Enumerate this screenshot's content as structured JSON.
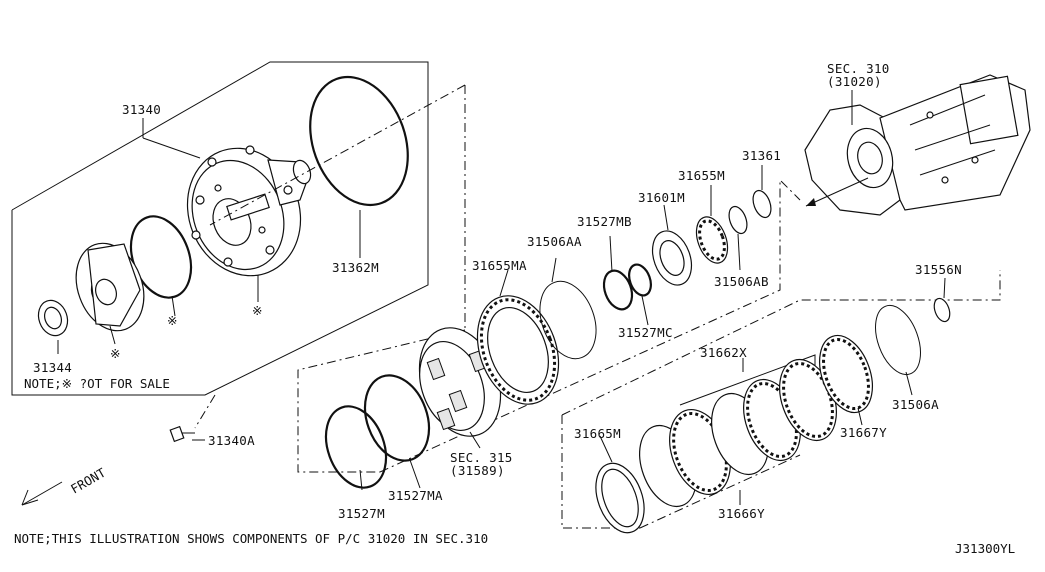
{
  "labels": {
    "p31340": "31340",
    "p31344": "31344",
    "p31362M": "31362M",
    "p31340A": "31340A",
    "p31527M": "31527M",
    "p31527MA": "31527MA",
    "sec315": "SEC. 315",
    "sec315sub": "(31589)",
    "p31655MA": "31655MA",
    "p31506AA": "31506AA",
    "p31527MB": "31527MB",
    "p31527MC": "31527MC",
    "p31601M": "31601M",
    "p31655M": "31655M",
    "p31506AB": "31506AB",
    "p31361": "31361",
    "sec310": "SEC. 310",
    "sec310sub": "(31020)",
    "p31556N": "31556N",
    "p31506A": "31506A",
    "p31667Y": "31667Y",
    "p31662X": "31662X",
    "p31665M": "31665M",
    "p31666Y": "31666Y"
  },
  "notes": {
    "not_for_sale": "NOTE;※ ?OT FOR SALE",
    "illustration": "NOTE;THIS ILLUSTRATION SHOWS COMPONENTS OF P/C 31020 IN SEC.310",
    "front": "FRONT",
    "diagram_id": "J31300YL"
  },
  "symbols": {
    "asterisk": "※"
  }
}
